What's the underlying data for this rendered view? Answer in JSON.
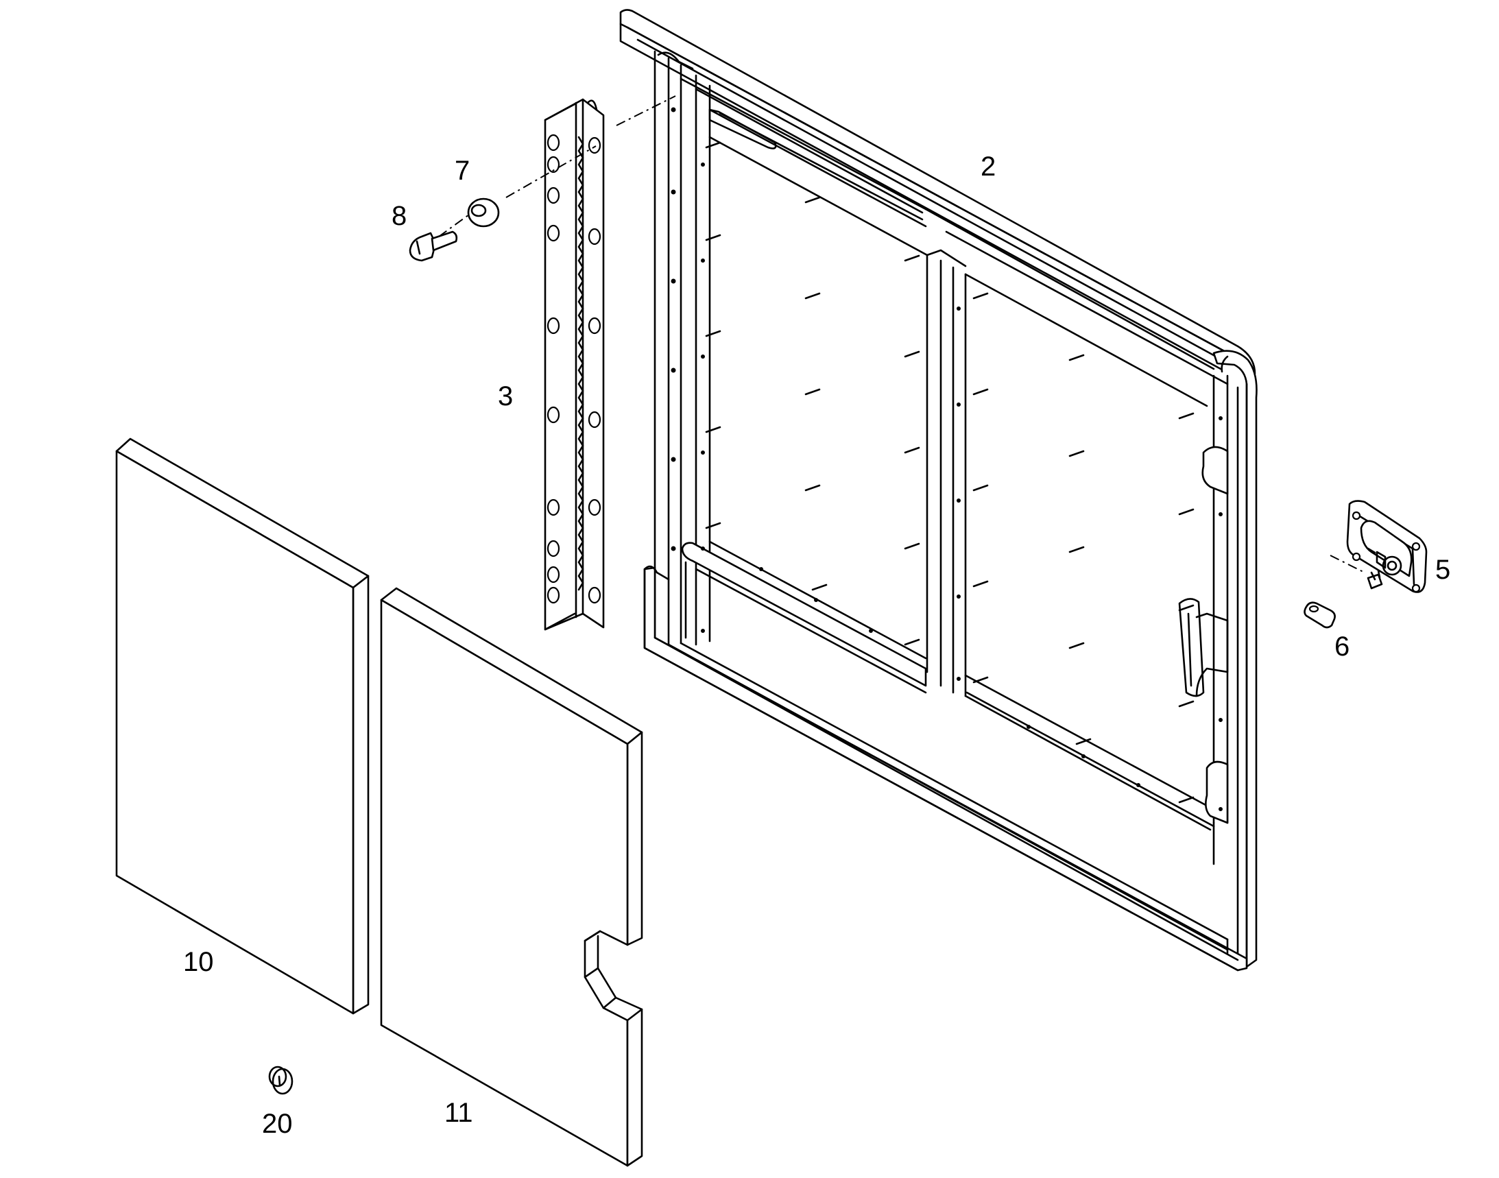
{
  "diagram": {
    "callouts": [
      {
        "id": "callout-2",
        "text": "2",
        "part": "door-frame"
      },
      {
        "id": "callout-3",
        "text": "3",
        "part": "hinge-strip"
      },
      {
        "id": "callout-5",
        "text": "5",
        "part": "door-lock"
      },
      {
        "id": "callout-6",
        "text": "6",
        "part": "lock-tab"
      },
      {
        "id": "callout-7",
        "text": "7",
        "part": "washer"
      },
      {
        "id": "callout-8",
        "text": "8",
        "part": "bolt"
      },
      {
        "id": "callout-10",
        "text": "10",
        "part": "insulation-panel-left"
      },
      {
        "id": "callout-11",
        "text": "11",
        "part": "insulation-panel-right"
      },
      {
        "id": "callout-20",
        "text": "20",
        "part": "plug"
      }
    ]
  }
}
